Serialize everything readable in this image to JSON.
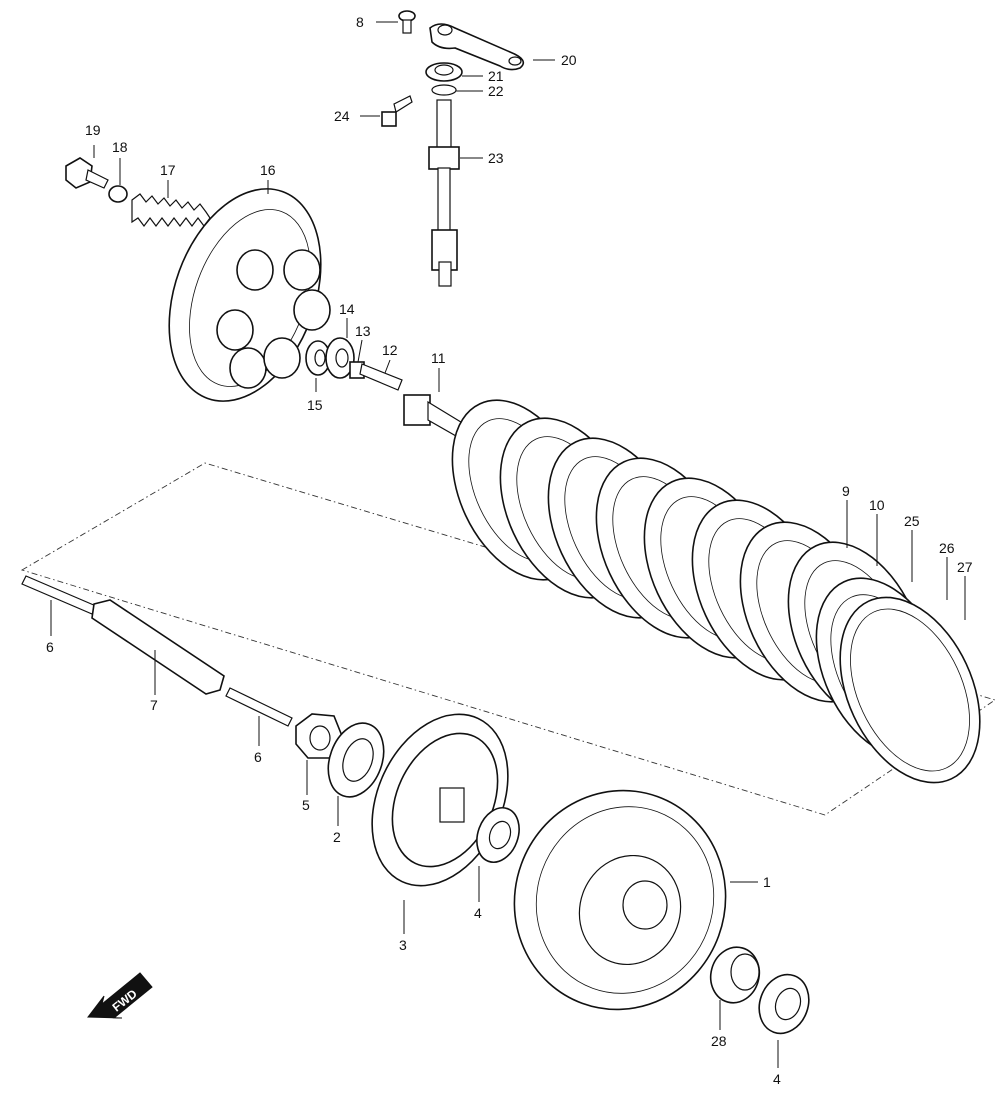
{
  "fwd_label": "FWD",
  "callouts": {
    "c1": "1",
    "c2": "2",
    "c3": "3",
    "c4a": "4",
    "c4b": "4",
    "c5": "5",
    "c6a": "6",
    "c6b": "6",
    "c7": "7",
    "c8": "8",
    "c9": "9",
    "c10": "10",
    "c11": "11",
    "c12": "12",
    "c13": "13",
    "c14": "14",
    "c15": "15",
    "c16": "16",
    "c17": "17",
    "c18": "18",
    "c19": "19",
    "c20": "20",
    "c21": "21",
    "c22": "22",
    "c23": "23",
    "c24": "24",
    "c25": "25",
    "c26": "26",
    "c27": "27",
    "c28": "28"
  }
}
